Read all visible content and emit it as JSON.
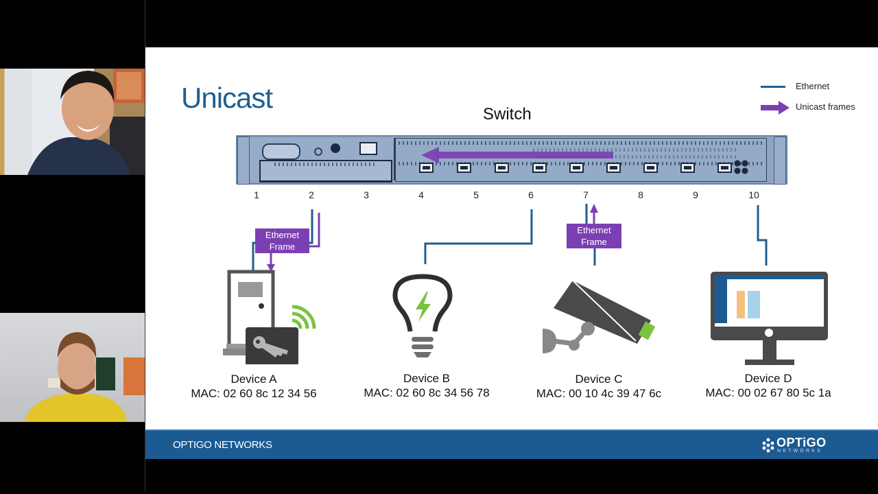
{
  "participants": [
    {
      "name": "participant-1",
      "shirt_color": "#25324a"
    },
    {
      "name": "participant-2",
      "shirt_color": "#e2c52a"
    }
  ],
  "slide": {
    "title": "Unicast",
    "switch_label": "Switch",
    "legend": [
      {
        "icon": "ethernet-line",
        "label": "Ethernet",
        "color": "#1f5f8f"
      },
      {
        "icon": "unicast-arrow",
        "label": "Unicast frames",
        "color": "#7b3fb3"
      }
    ],
    "port_numbers": [
      "1",
      "2",
      "3",
      "4",
      "5",
      "6",
      "7",
      "8",
      "9",
      "10"
    ],
    "frame_labels": {
      "device_a": "Ethernet\nFrame",
      "device_c": "Ethernet\nFrame"
    },
    "frame_label_a_line1": "Ethernet",
    "frame_label_a_line2": "Frame",
    "frame_label_c_line1": "Ethernet",
    "frame_label_c_line2": "Frame",
    "devices": [
      {
        "name": "Device A",
        "mac": "MAC: 02 60 8c 12 34 56",
        "icon": "door-access-icon",
        "port": "2"
      },
      {
        "name": "Device B",
        "mac": "MAC: 02 60 8c 34 56 78",
        "icon": "lightbulb-icon",
        "port": "6"
      },
      {
        "name": "Device C",
        "mac": "MAC: 00 10 4c 39 47 6c",
        "icon": "security-camera-icon",
        "port": "7"
      },
      {
        "name": "Device D",
        "mac": "MAC: 00 02 67 80 5c 1a",
        "icon": "monitor-icon",
        "port": "10"
      }
    ],
    "colors": {
      "ethernet": "#1f5f8f",
      "unicast": "#7b3fb3",
      "title": "#1f5f8f",
      "footer": "#1c5a92",
      "accent_green": "#7cc242"
    }
  },
  "footer": {
    "left_text": "OPTIGO NETWORKS",
    "logo_word": "OPTiGO",
    "logo_sub": "NETWORKS"
  }
}
